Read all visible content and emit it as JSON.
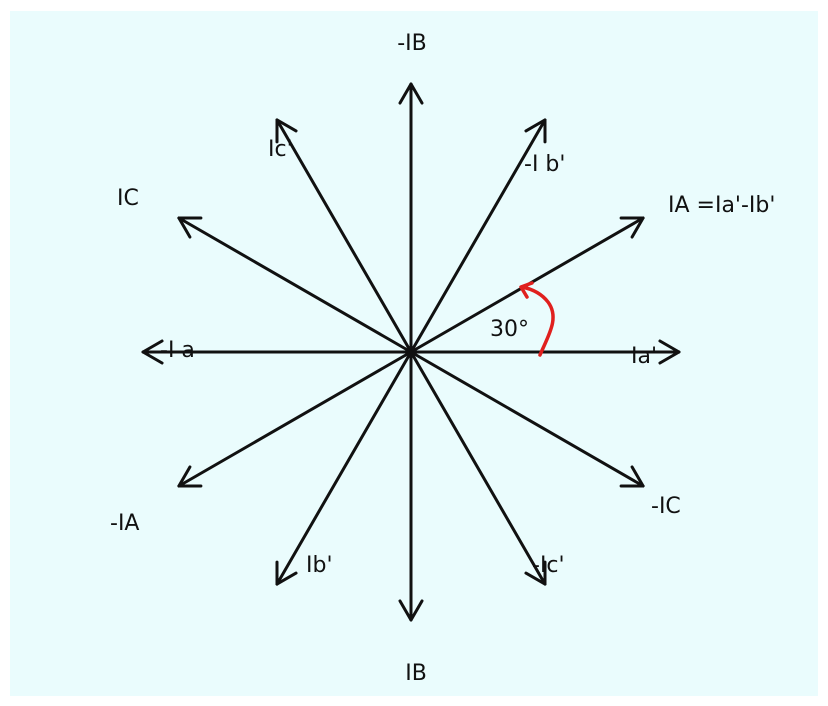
{
  "diagram": {
    "background_color": "#eafcfd",
    "vector_color": "#111111",
    "angle_color": "#e0201e",
    "vectors": [
      {
        "name": "Ia'",
        "label": "Ia'",
        "angle_deg": 0
      },
      {
        "name": "IA",
        "label": "IA =Ia'-Ib'",
        "angle_deg": 30
      },
      {
        "name": "-Ib'",
        "label": "-I b'",
        "angle_deg": 60
      },
      {
        "name": "-IB",
        "label": "-IB",
        "angle_deg": 90
      },
      {
        "name": "Ic'",
        "label": "Ic'",
        "angle_deg": 120
      },
      {
        "name": "IC",
        "label": "IC",
        "angle_deg": 150
      },
      {
        "name": "-Ia",
        "label": "-I a",
        "angle_deg": 180
      },
      {
        "name": "-IA",
        "label": "-IA",
        "angle_deg": 210
      },
      {
        "name": "Ib'",
        "label": "Ib'",
        "angle_deg": 240
      },
      {
        "name": "IB",
        "label": "IB",
        "angle_deg": 270
      },
      {
        "name": "-Ic'",
        "label": "-Ic'",
        "angle_deg": 300
      },
      {
        "name": "-IC",
        "label": "-IC",
        "angle_deg": 330
      }
    ],
    "angle_annotation": {
      "label": "30°",
      "from_deg": 0,
      "to_deg": 30
    }
  }
}
